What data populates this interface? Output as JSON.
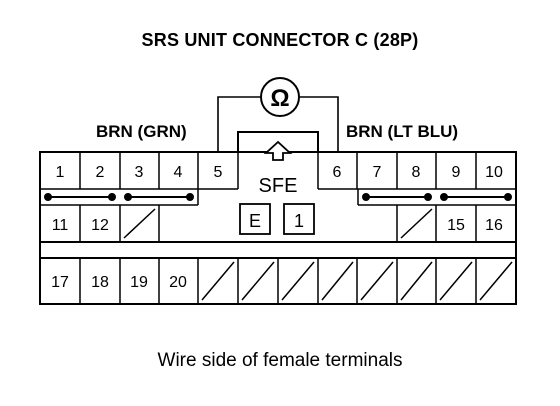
{
  "title": "SRS UNIT CONNECTOR C (28P)",
  "left_group_label": "BRN (GRN)",
  "right_group_label": "BRN (LT BLU)",
  "meter_symbol": "Ω",
  "sfe_label": "SFE",
  "sfe_terminals": [
    "E",
    "1"
  ],
  "row1_left": [
    "1",
    "2",
    "3",
    "4",
    "5"
  ],
  "row1_right": [
    "6",
    "7",
    "8",
    "9",
    "10"
  ],
  "row2_left": [
    "11",
    "12"
  ],
  "row2_right": [
    "15",
    "16"
  ],
  "row3": [
    "17",
    "18",
    "19",
    "20"
  ],
  "caption": "Wire side of female terminals"
}
